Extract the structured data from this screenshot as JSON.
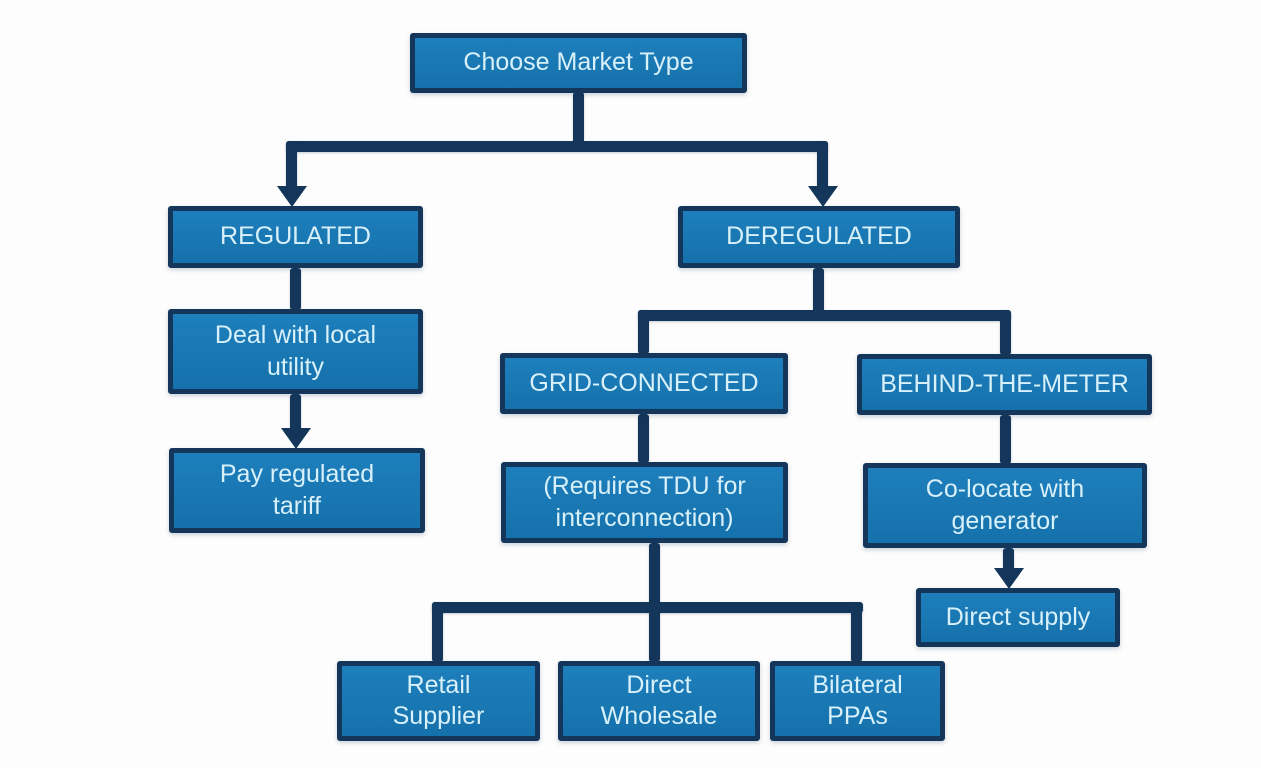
{
  "palette": {
    "background": "#fdfdfd",
    "box_fill": "#1a79b6",
    "box_border": "#14365a",
    "connector": "#14365a",
    "text": "#d7f0f9"
  },
  "flowchart": {
    "title": "Choose Market Type decision tree",
    "nodes": {
      "choose_market_type": {
        "label": "Choose Market Type"
      },
      "regulated": {
        "label": "REGULATED"
      },
      "deal_with_local_utility": {
        "label": "Deal with local\nutility"
      },
      "pay_regulated_tariff": {
        "label": "Pay regulated\ntariff"
      },
      "deregulated": {
        "label": "DEREGULATED"
      },
      "grid_connected": {
        "label": "GRID-CONNECTED"
      },
      "requires_tdu": {
        "label": "(Requires TDU for\ninterconnection)"
      },
      "behind_the_meter": {
        "label": "BEHIND-THE-METER"
      },
      "co_locate_with_generator": {
        "label": "Co-locate with\ngenerator"
      },
      "direct_supply": {
        "label": "Direct supply"
      },
      "retail_supplier": {
        "label": "Retail\nSupplier"
      },
      "direct_wholesale": {
        "label": "Direct\nWholesale"
      },
      "bilateral_ppas": {
        "label": "Bilateral\nPPAs"
      }
    },
    "edges": [
      {
        "from": "choose_market_type",
        "to": "regulated",
        "arrow": true
      },
      {
        "from": "choose_market_type",
        "to": "deregulated",
        "arrow": true
      },
      {
        "from": "regulated",
        "to": "deal_with_local_utility",
        "arrow": false
      },
      {
        "from": "deal_with_local_utility",
        "to": "pay_regulated_tariff",
        "arrow": true
      },
      {
        "from": "deregulated",
        "to": "grid_connected",
        "arrow": false
      },
      {
        "from": "deregulated",
        "to": "behind_the_meter",
        "arrow": false
      },
      {
        "from": "grid_connected",
        "to": "requires_tdu",
        "arrow": false
      },
      {
        "from": "requires_tdu",
        "to": "retail_supplier",
        "arrow": false
      },
      {
        "from": "requires_tdu",
        "to": "direct_wholesale",
        "arrow": false
      },
      {
        "from": "requires_tdu",
        "to": "bilateral_ppas",
        "arrow": false
      },
      {
        "from": "behind_the_meter",
        "to": "co_locate_with_generator",
        "arrow": false
      },
      {
        "from": "co_locate_with_generator",
        "to": "direct_supply",
        "arrow": true
      }
    ]
  }
}
